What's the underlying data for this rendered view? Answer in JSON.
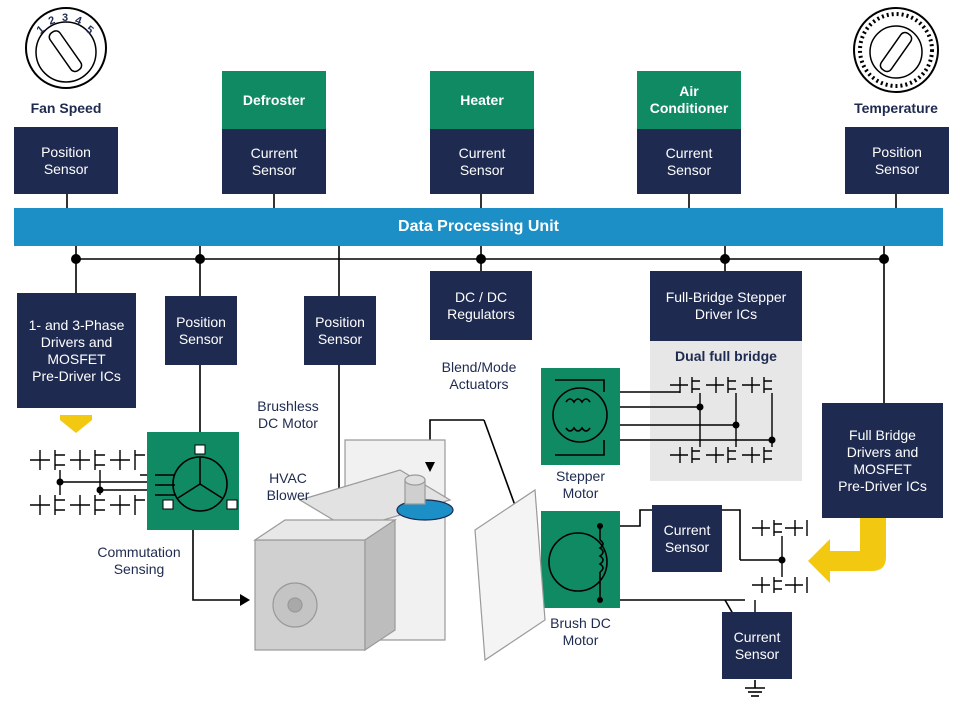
{
  "top_controls": {
    "fan_speed": {
      "label": "Fan Speed",
      "dial_numbers": [
        "1",
        "2",
        "3",
        "4",
        "5"
      ]
    },
    "temperature": {
      "label": "Temperature"
    },
    "defroster": "Defroster",
    "heater": "Heater",
    "air_conditioner": [
      "Air",
      "Conditioner"
    ]
  },
  "top_sensors": {
    "fan_position": [
      "Position",
      "Sensor"
    ],
    "defroster_current": [
      "Current",
      "Sensor"
    ],
    "heater_current": [
      "Current",
      "Sensor"
    ],
    "ac_current": [
      "Current",
      "Sensor"
    ],
    "temp_position": [
      "Position",
      "Sensor"
    ]
  },
  "bus_label": "Data Processing Unit",
  "lower_blocks": {
    "phase_drivers": [
      "1- and 3-Phase",
      "Drivers and",
      "MOSFET",
      "Pre-Driver ICs"
    ],
    "position_sensor_1": [
      "Position",
      "Sensor"
    ],
    "position_sensor_2": [
      "Position",
      "Sensor"
    ],
    "dcdc": [
      "DC / DC",
      "Regulators"
    ],
    "stepper_driver": [
      "Full-Bridge Stepper",
      "Driver ICs"
    ],
    "dual_full_bridge": "Dual full bridge",
    "full_bridge_drivers": [
      "Full Bridge",
      "Drivers and",
      "MOSFET",
      "Pre-Driver ICs"
    ],
    "current_sensor_mid": [
      "Current",
      "Sensor"
    ],
    "current_sensor_bottom": [
      "Current",
      "Sensor"
    ]
  },
  "labels": {
    "brushless": [
      "Brushless",
      "DC Motor"
    ],
    "hvac": [
      "HVAC",
      "Blower"
    ],
    "blend": [
      "Blend/Mode",
      "Actuators"
    ],
    "commutation": [
      "Commutation",
      "Sensing"
    ],
    "stepper_motor": [
      "Stepper",
      "Motor"
    ],
    "brush_dc": [
      "Brush DC",
      "Motor"
    ]
  },
  "colors": {
    "navy": "#1e2a4f",
    "green": "#0f8a63",
    "bus_blue": "#1b8fc6",
    "arrow_yellow": "#f2c811",
    "panel_grey": "#e7e7e8"
  }
}
